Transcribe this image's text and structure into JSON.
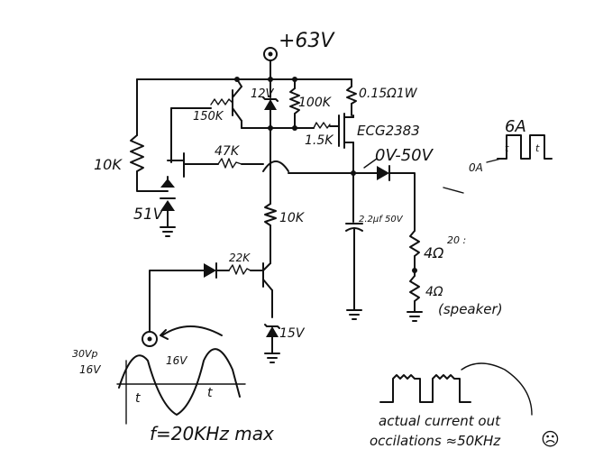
{
  "supply": {
    "label": "+63V"
  },
  "components": {
    "r_10k_left": "10K",
    "r_150k": "150K",
    "zener_12v": "12V",
    "r_100k": "100K",
    "r_sense": "0.15Ω1W",
    "r_1_5k": "1.5K",
    "mosfet_part": "ECG2383",
    "r_47k": "47K",
    "zener_51v": "51V",
    "r_10k_mid": "10K",
    "cap": "2.2µf 50V",
    "r_22k": "22K",
    "zener_15v": "15V",
    "load_res": "4Ω",
    "speaker_res": "4Ω",
    "speaker_label": "(speaker)"
  },
  "annotations": {
    "output_range": "0V-50V",
    "pulse_high": "6A",
    "pulse_low": "0A",
    "ratio": "20 :",
    "wave_30vp": "30Vp",
    "wave_16v_left": "16V",
    "wave_16v_right": "16V",
    "wave_t1": "t",
    "wave_t2": "t",
    "freq": "f=20KHz max",
    "osc_line1": "actual current out",
    "osc_line2": "occilations ≈50KHz",
    "sad_face": "☹"
  }
}
